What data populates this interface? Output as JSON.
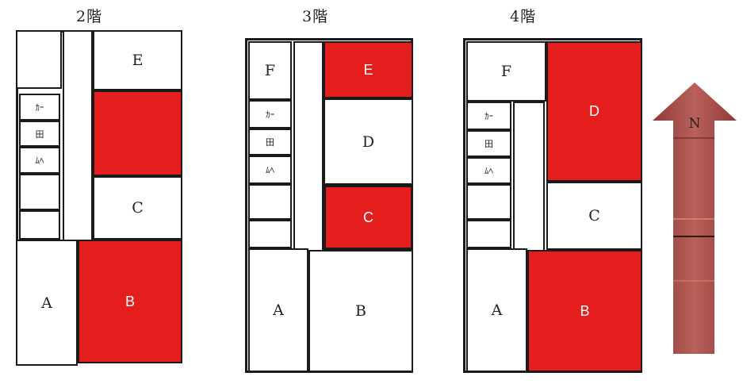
{
  "floors": [
    {
      "title": "2階",
      "rooms": {
        "e": "E",
        "red_top": "",
        "c": "C",
        "a": "A",
        "b": "B",
        "s1": "ｶｰ",
        "s2": "田",
        "s3": "ﾑﾍ"
      }
    },
    {
      "title": "3階",
      "rooms": {
        "f": "F",
        "e": "E",
        "d": "D",
        "c": "C",
        "a": "A",
        "b": "B",
        "s1": "ｶｰ",
        "s2": "田",
        "s3": "ﾑﾍ"
      }
    },
    {
      "title": "4階",
      "rooms": {
        "f": "F",
        "d": "D",
        "c": "C",
        "a": "A",
        "b": "B",
        "s1": "ｶｰ",
        "s2": "田",
        "s3": "ﾑﾍ"
      }
    }
  ],
  "compass": {
    "label": "N",
    "icon": "north-arrow-icon"
  },
  "colors": {
    "highlight": "#e41d1d",
    "line": "#1a1a1a",
    "arrow": "#a84a4a"
  }
}
